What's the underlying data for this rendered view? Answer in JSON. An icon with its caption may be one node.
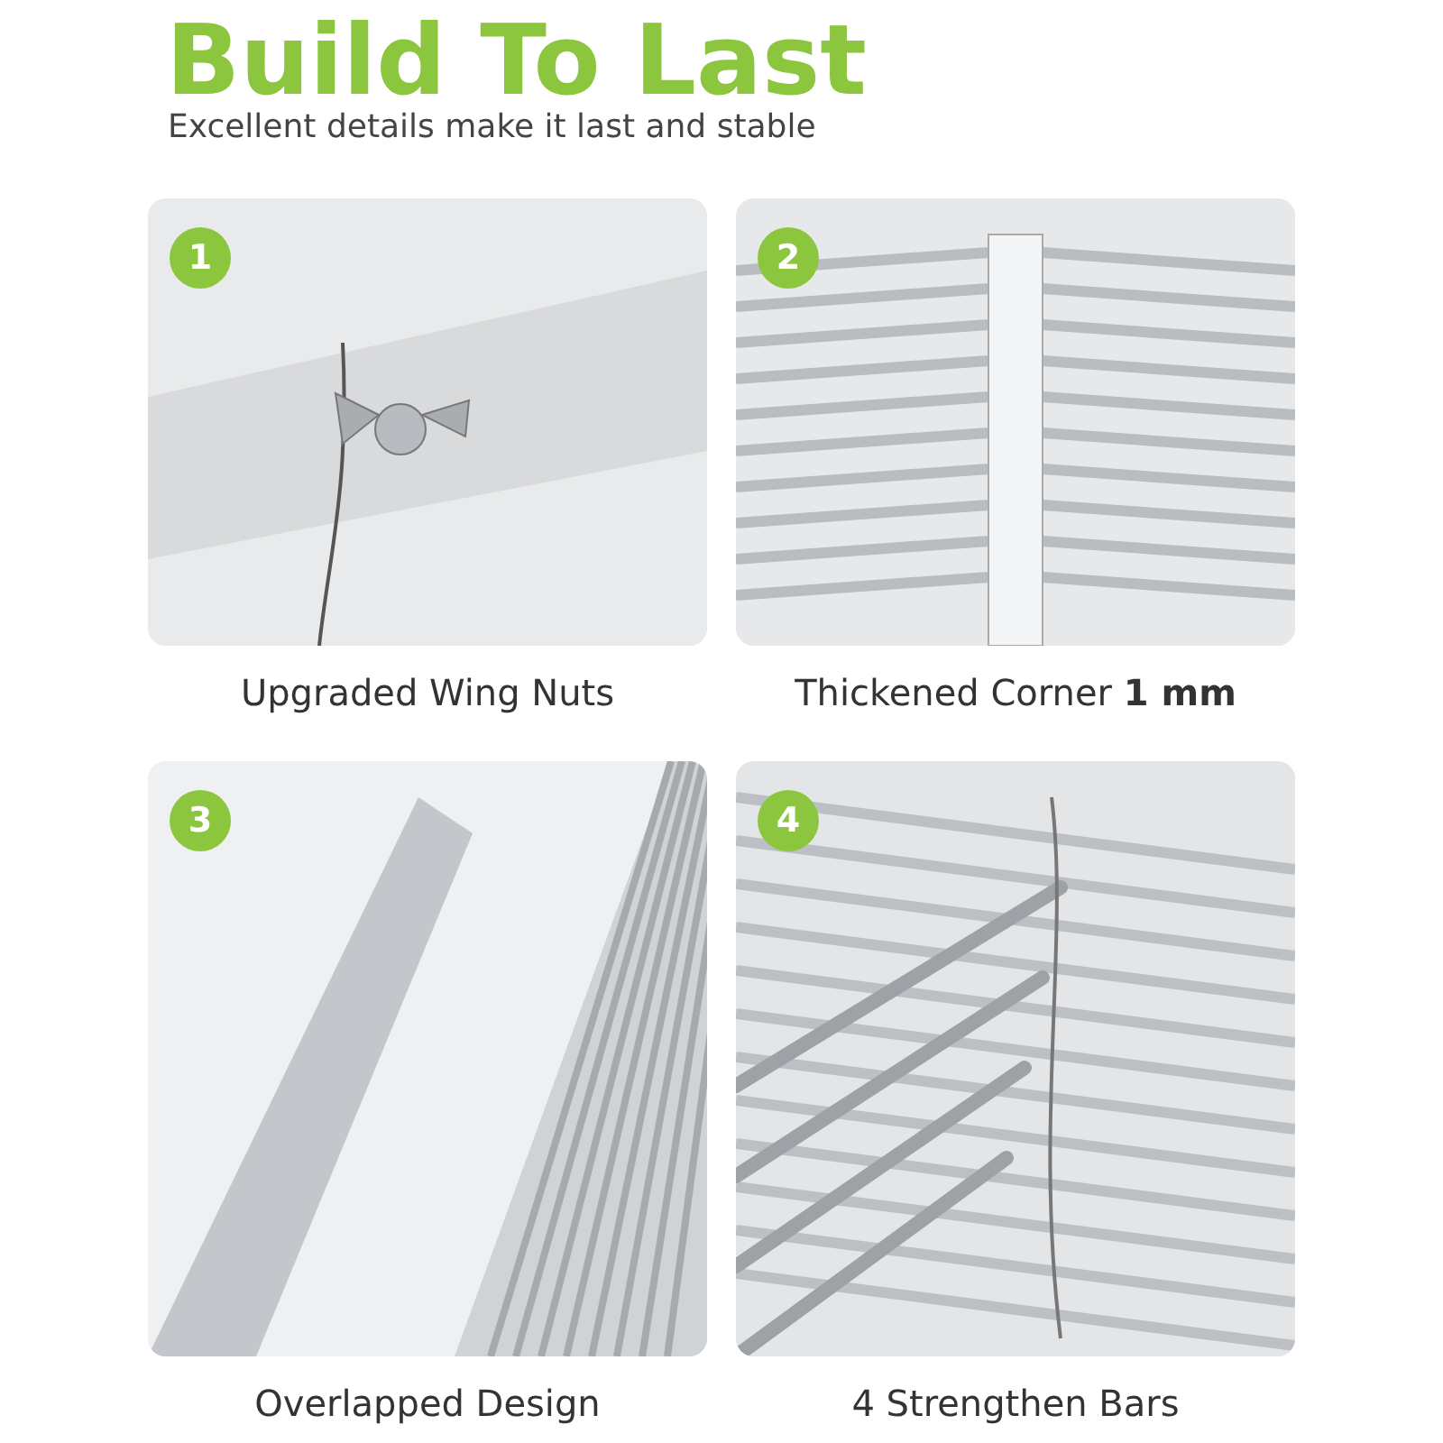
{
  "diagram": {
    "title": "Build To Last",
    "caption": "Excellent details make it last and stable",
    "nodes": [
      {
        "text": [
          "1",
          "Upgraded Wing Nuts"
        ]
      },
      {
        "text": [
          "2",
          "Thickened Corner **1 mm**"
        ]
      },
      {
        "text": [
          "3",
          "Overlapped Design"
        ]
      },
      {
        "text": [
          "4",
          "4 Strengthen Bars"
        ]
      }
    ]
  }
}
